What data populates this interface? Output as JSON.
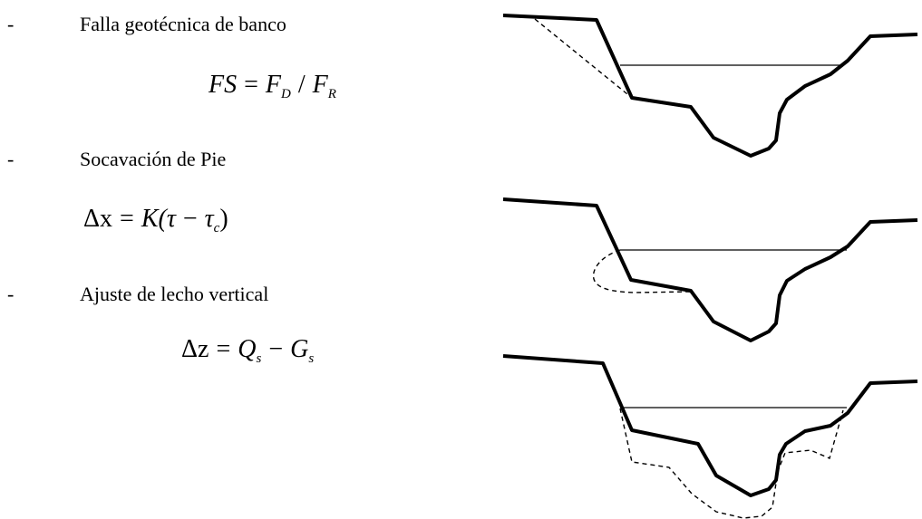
{
  "mechanisms": [
    {
      "bullet": "-",
      "label": "Falla geotécnica de banco"
    },
    {
      "bullet": "-",
      "label": "Socavación de Pie"
    },
    {
      "bullet": "-",
      "label": "Ajuste de lecho vertical"
    }
  ],
  "equations": {
    "bank_failure": {
      "lhs": "FS",
      "eq": "=",
      "a": "F",
      "a_sub": "D",
      "div": "/",
      "b": "F",
      "b_sub": "R"
    },
    "toe_erosion": {
      "lhs": "Δx",
      "eq": "=",
      "rhs_a": "K(τ",
      "minus": "−",
      "tau": "τ",
      "tau_sub": "c",
      "close": ")"
    },
    "bed_adjustment": {
      "lhs": "Δz",
      "eq": "=",
      "a": "Q",
      "a_sub": "s",
      "minus": "−",
      "b": "G",
      "b_sub": "s"
    }
  },
  "colors": {
    "line": "#000000",
    "background": "#ffffff"
  }
}
